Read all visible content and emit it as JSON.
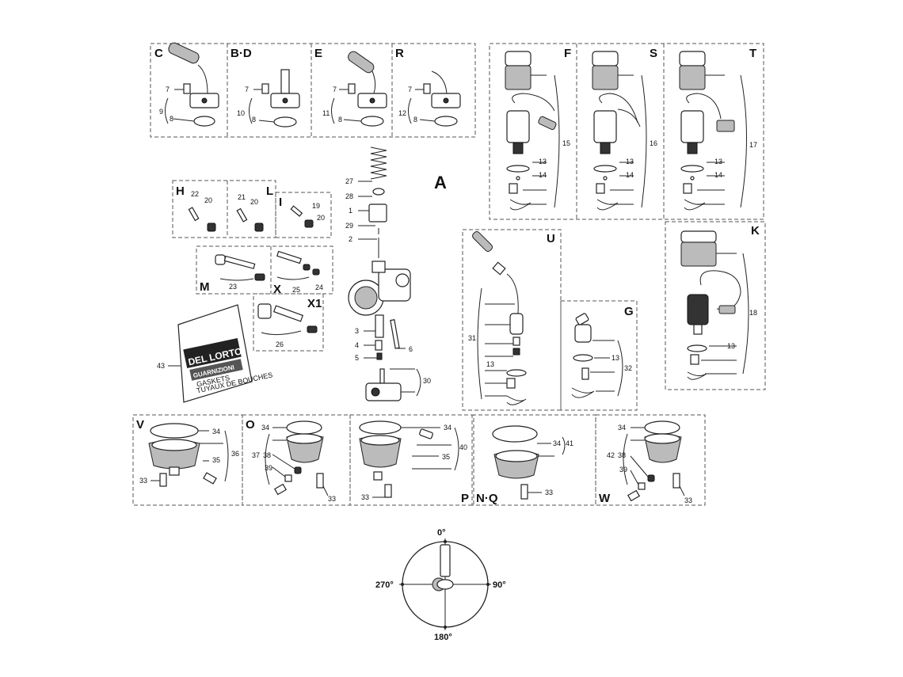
{
  "main_label": "A",
  "sections": {
    "C": {
      "label": "C",
      "nums": [
        "7",
        "9",
        "8"
      ]
    },
    "BD": {
      "label": "B·D",
      "nums": [
        "7",
        "10",
        "8"
      ]
    },
    "E": {
      "label": "E",
      "nums": [
        "7",
        "11",
        "8"
      ]
    },
    "R": {
      "label": "R",
      "nums": [
        "7",
        "12",
        "8"
      ]
    },
    "F": {
      "label": "F",
      "nums": [
        "15",
        "13",
        "14"
      ]
    },
    "S": {
      "label": "S",
      "nums": [
        "16",
        "13",
        "14"
      ]
    },
    "T": {
      "label": "T",
      "nums": [
        "17",
        "13",
        "14"
      ]
    },
    "H": {
      "label": "H",
      "nums": [
        "22",
        "20"
      ]
    },
    "L": {
      "label": "L",
      "nums": [
        "21",
        "20"
      ]
    },
    "I": {
      "label": "I",
      "nums": [
        "19",
        "20"
      ]
    },
    "M": {
      "label": "M",
      "nums": [
        "23"
      ]
    },
    "X": {
      "label": "X",
      "nums": [
        "25",
        "24"
      ]
    },
    "X1": {
      "label": "X1",
      "nums": [
        "26"
      ]
    },
    "U": {
      "label": "U",
      "nums": [
        "31",
        "13"
      ]
    },
    "G": {
      "label": "G",
      "nums": [
        "13",
        "32"
      ]
    },
    "K": {
      "label": "K",
      "nums": [
        "18",
        "13"
      ]
    },
    "V": {
      "label": "V",
      "nums": [
        "34",
        "36",
        "35",
        "33"
      ]
    },
    "O": {
      "label": "O",
      "nums": [
        "34",
        "37",
        "38",
        "39",
        "33"
      ]
    },
    "P": {
      "label": "P",
      "nums": [
        "34",
        "40",
        "35",
        "33"
      ]
    },
    "NQ": {
      "label": "N·Q",
      "nums": [
        "34",
        "41",
        "33"
      ]
    },
    "W": {
      "label": "W",
      "nums": [
        "34",
        "42",
        "38",
        "39",
        "33"
      ]
    }
  },
  "carb_parts": [
    "27",
    "28",
    "1",
    "29",
    "2",
    "3",
    "4",
    "5",
    "6",
    "30"
  ],
  "package": {
    "num": "43",
    "brand": "DEL LORTO",
    "line1": "GUARNIZIONI",
    "line2": "GASKETS",
    "line3": "TUYAUX DE BOUCHES"
  },
  "dial": {
    "top": "0°",
    "right": "90°",
    "bottom": "180°",
    "left": "270°"
  }
}
